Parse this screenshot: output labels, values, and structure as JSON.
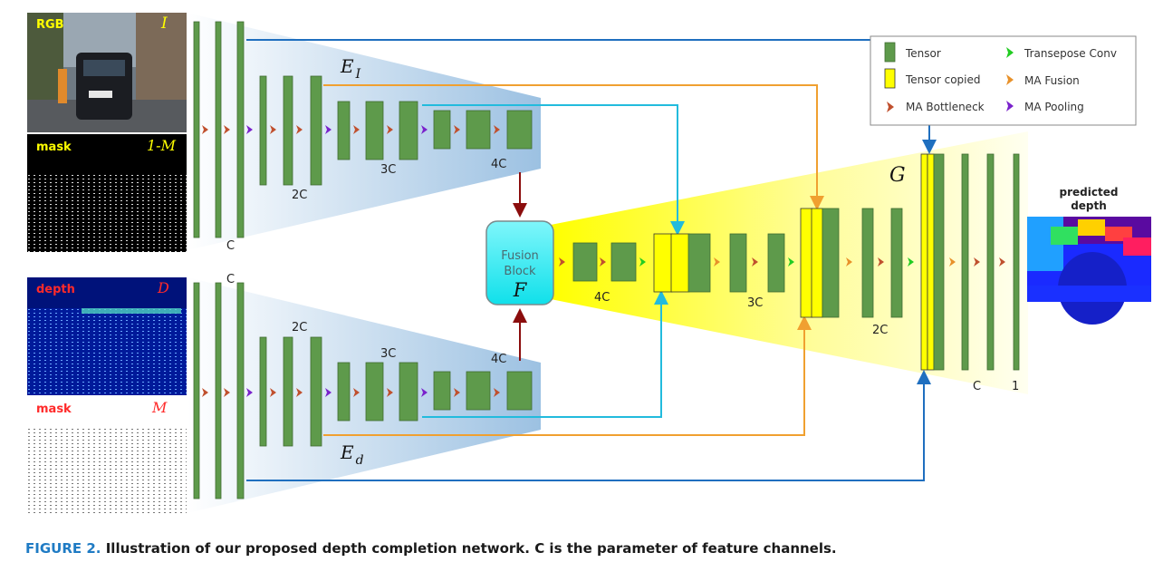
{
  "input_images": {
    "rgb": {
      "label": "RGB",
      "symbol": "I"
    },
    "mask_top": {
      "label": "mask",
      "symbol": "1-M"
    },
    "depth": {
      "label": "depth",
      "symbol": "D"
    },
    "mask_bottom": {
      "label": "mask",
      "symbol": "M"
    }
  },
  "encoder_image": {
    "name": "E",
    "subscript": "I",
    "labels": [
      "C",
      "2C",
      "3C",
      "4C"
    ]
  },
  "encoder_depth": {
    "name": "E",
    "subscript": "d",
    "labels": [
      "C",
      "2C",
      "3C",
      "4C"
    ]
  },
  "fusion": {
    "line1": "Fusion",
    "line2": "Block",
    "symbol": "F"
  },
  "decoder": {
    "name": "G",
    "labels": [
      "4C",
      "3C",
      "2C",
      "C",
      "1"
    ]
  },
  "output": {
    "title_line1": "predicted",
    "title_line2": "depth"
  },
  "legend": {
    "tensor": "Tensor",
    "tensor_copied": "Tensor copied",
    "ma_bottleneck": "MA Bottleneck",
    "transpose_conv": "Transepose Conv",
    "ma_fusion": "MA Fusion",
    "ma_pooling": "MA Pooling"
  },
  "colors": {
    "tensor": "#5e9a4b",
    "tensor_copied": "#ffff00",
    "ma_bottleneck": "#c0502e",
    "transpose_conv": "#22cc22",
    "ma_fusion": "#e8912a",
    "ma_pooling": "#7a22cc",
    "skip_blue": "#1f6fbf",
    "skip_orange": "#f0a030",
    "skip_cyan": "#22bbdd",
    "arrow_dark_red": "#8b0d0d",
    "fusion_fill": "#22e8f0"
  },
  "caption": {
    "figure": "FIGURE 2.",
    "text": "Illustration of our proposed depth completion network. C is the parameter of feature channels."
  }
}
